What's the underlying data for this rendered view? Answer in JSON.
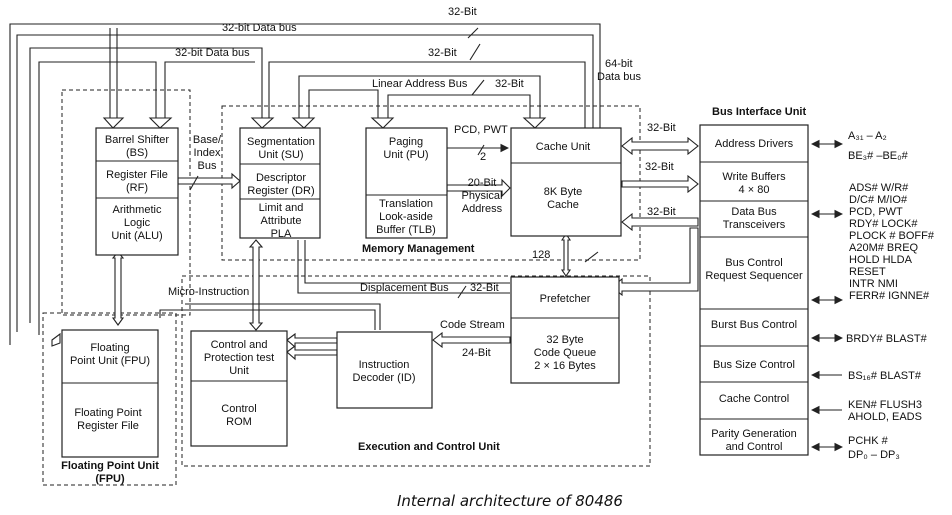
{
  "caption": "Internal architecture of 80486",
  "regions": {
    "memory_management": "Memory Management",
    "execution_control": "Execution and Control Unit",
    "fpu_region": [
      "Floating Point Unit",
      "(FPU)"
    ],
    "bus_interface": "Bus Interface Unit"
  },
  "blocks": {
    "barrel_shifter": [
      "Barrel Shifter",
      "(BS)"
    ],
    "register_file": [
      "Register File",
      "(RF)"
    ],
    "alu": [
      "Arithmetic",
      "Logic",
      "Unit (ALU)"
    ],
    "segmentation": [
      "Segmentation",
      "Unit (SU)"
    ],
    "descriptor": [
      "Descriptor",
      "Register (DR)"
    ],
    "limit_pla": [
      "Limit and",
      "Attribute",
      "PLA"
    ],
    "paging": [
      "Paging",
      "Unit (PU)"
    ],
    "tlb": [
      "Translation",
      "Look-aside",
      "Buffer (TLB)"
    ],
    "cache_unit": [
      "Cache Unit"
    ],
    "cache_8k": [
      "8K Byte",
      "Cache"
    ],
    "prefetcher": [
      "Prefetcher"
    ],
    "code_queue": [
      "32 Byte",
      "Code Queue",
      "2 × 16 Bytes"
    ],
    "instruction_decoder": [
      "Instruction",
      "Decoder (ID)"
    ],
    "control_protection": [
      "Control and",
      "Protection test",
      "Unit"
    ],
    "control_rom": [
      "Control",
      "ROM"
    ],
    "fpu": [
      "Floating",
      "Point Unit (FPU)"
    ],
    "fp_register_file": [
      "Floating Point",
      "Register File"
    ],
    "address_drivers": [
      "Address Drivers"
    ],
    "write_buffers": [
      "Write Buffers",
      "4 × 80"
    ],
    "data_bus_transceivers": [
      "Data Bus",
      "Transceivers"
    ],
    "bus_control_seq": [
      "Bus Control",
      "Request Sequencer"
    ],
    "burst_bus": [
      "Burst Bus Control"
    ],
    "bus_size": [
      "Bus Size Control"
    ],
    "cache_control": [
      "Cache Control"
    ],
    "parity": [
      "Parity Generation",
      "and Control"
    ]
  },
  "bus_labels": {
    "data_bus_outer": "32-bit Data bus",
    "data_bus_inner": "32-bit Data bus",
    "top_32bit_1": "32-Bit",
    "top_32bit_2": "32-Bit",
    "linear_address_bus": "Linear Address Bus",
    "linear_32bit": "32-Bit",
    "data_bus_64": [
      "64-bit",
      "Data bus"
    ],
    "base_index_bus": [
      "Base/",
      "Index",
      "Bus"
    ],
    "pcd_pwt": "PCD, PWT",
    "two": "2",
    "physical_address": [
      "20-Bit",
      "Physical",
      "Address"
    ],
    "biu_32bit_1": "32-Bit",
    "biu_32bit_2": "32-Bit",
    "biu_32bit_3": "32-Bit",
    "bus_128": "128",
    "micro_instruction": "Micro-Instruction",
    "displacement_bus": "Displacement Bus",
    "displacement_32bit": "32-Bit",
    "code_stream": "Code  Stream",
    "code_24bit": "24-Bit"
  },
  "signals": {
    "address": [
      "A₃₁ – A₂",
      "BE₃# –BE₀#"
    ],
    "control": [
      "ADS#   W/R#",
      "D/C#    M/IO#",
      "PCD,    PWT",
      "RDY#   LOCK#",
      "PLOCK #   BOFF#",
      "A20M#   BREQ",
      "HOLD   HLDA",
      "RESET",
      "INTR   NMI",
      "FERR#   IGNNE#"
    ],
    "burst": "BRDY#  BLAST#",
    "bus_size": "BS₁₆#   BLAST#",
    "cache": [
      "KEN#   FLUSH3",
      "AHOLD,  EADS"
    ],
    "parity": [
      "PCHK #",
      "DP₀ – DP₃"
    ]
  }
}
